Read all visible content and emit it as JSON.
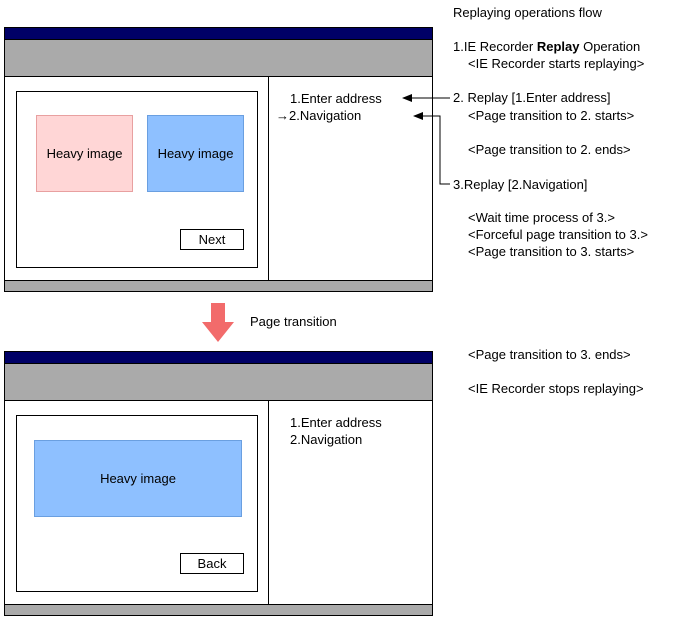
{
  "flow": {
    "title": "Replaying operations flow",
    "step1_prefix": "1.IE Recorder ",
    "step1_bold": "Replay",
    "step1_suffix": " Operation",
    "recorder_start": "<IE Recorder starts replaying>",
    "step2": "2. Replay [1.Enter address]",
    "transition2_start": "<Page transition to 2. starts>",
    "transition2_end": "<Page transition to 2. ends>",
    "step3": "3.Replay [2.Navigation]",
    "wait3": "<Wait time process of 3.>",
    "forceful3": "<Forceful page transition to 3.>",
    "transition3_start": "<Page transition to 3. starts>",
    "transition3_end": "<Page transition to 3. ends>",
    "recorder_stop": "<IE Recorder stops replaying>"
  },
  "transition_label": "Page transition",
  "window1": {
    "image1": "Heavy image",
    "image2": "Heavy image",
    "next_button": "Next",
    "op1": "1.Enter address",
    "op2": "→2.Navigation"
  },
  "window2": {
    "image": "Heavy image",
    "back_button": "Back",
    "op1": "1.Enter address",
    "op2": "2.Navigation"
  },
  "colors": {
    "titlebar": "#000066",
    "toolbar": "#aaaaaa",
    "pink_image": "#ffd6d6",
    "blue_image": "#8ec0ff",
    "transition_arrow": "#f26b6b"
  }
}
